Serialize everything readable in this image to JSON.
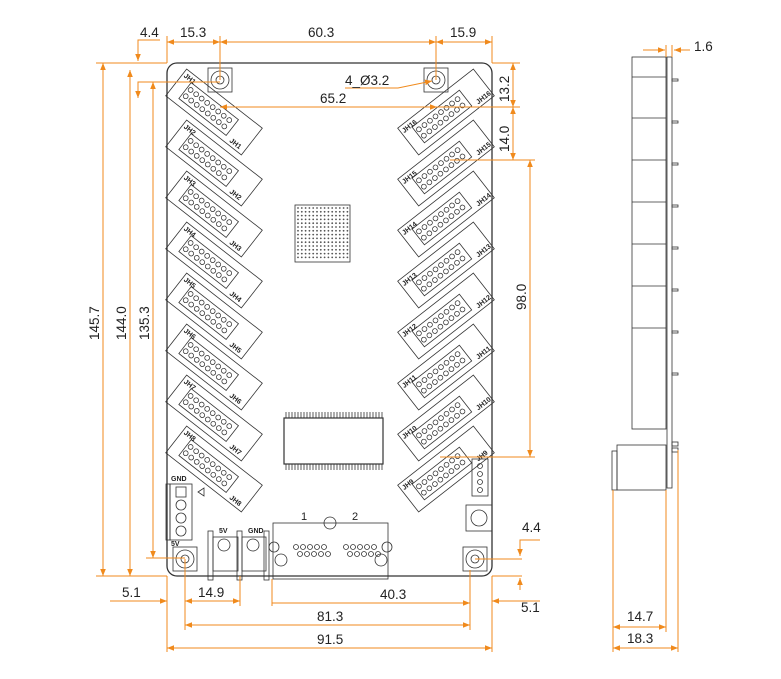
{
  "title": "LED receiving card mechanical dimension drawing",
  "colors": {
    "dimension": "#f08a1c",
    "outline": "#333333"
  },
  "dimensions": {
    "top_margin": "4.4",
    "left_hole_offset": "15.3",
    "hole_spacing_top": "60.3",
    "right_hole_offset": "15.9",
    "hole_callout": "4_Ø3.2",
    "connector_span": "65.2",
    "right_top_offset": "13.2",
    "connector_pitch": "14.0",
    "connector_column_height": "98.0",
    "board_height": "145.7",
    "height_144": "144.0",
    "hole_spacing_vertical": "135.3",
    "bottom_left_margin": "5.1",
    "power_offset": "14.9",
    "ethernet_offset": "40.3",
    "bottom_right_margin": "5.1",
    "bottom_hole_offset": "4.4",
    "hole_spacing_bottom": "81.3",
    "board_width": "91.5",
    "pcb_thickness": "1.6",
    "connector_height": "14.7",
    "total_height": "18.3"
  },
  "board": {
    "left_connectors": [
      "JH1",
      "JH2",
      "JH3",
      "JH4",
      "JH5",
      "JH6",
      "JH7",
      "JH8"
    ],
    "right_connectors": [
      "JH16",
      "JH15",
      "JH14",
      "JH13",
      "JH12",
      "JH11",
      "JH10",
      "JH9"
    ],
    "left_tags": [
      "JH1",
      "JH2",
      "JH3",
      "JH4",
      "JH5",
      "JH6",
      "JH7",
      "JH8"
    ],
    "right_tags": [
      "JH16",
      "JH15",
      "JH14",
      "JH13",
      "JH12",
      "JH11",
      "JH10",
      "JH9"
    ],
    "terminal_gnd": "GND",
    "terminal_5v": "5V",
    "power_5v": "5V",
    "power_gnd": "GND",
    "port_1": "1",
    "port_2": "2"
  }
}
